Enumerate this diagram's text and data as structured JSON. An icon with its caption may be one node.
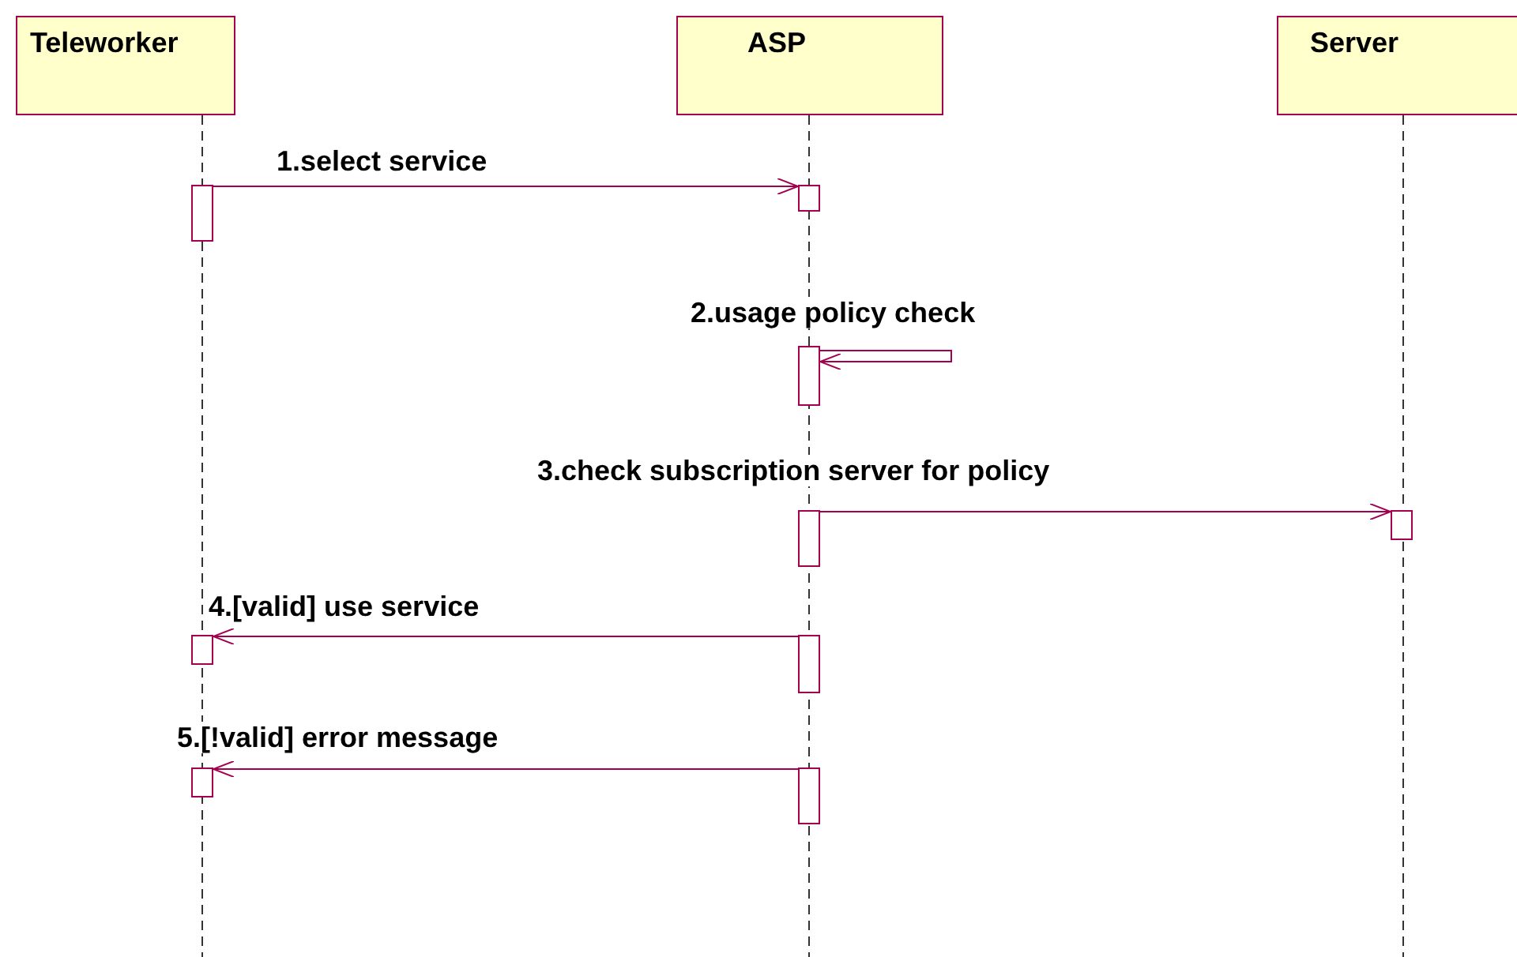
{
  "diagram": {
    "nodes": [
      {
        "text": [
          "Teleworker"
        ]
      },
      {
        "text": [
          "ASP"
        ]
      },
      {
        "text": [
          "Server"
        ]
      },
      {
        "text": [],
        "shape": "bar"
      },
      {
        "text": [],
        "shape": "bar"
      },
      {
        "text": [],
        "shape": "bar"
      },
      {
        "text": [],
        "shape": "bar"
      },
      {
        "text": [],
        "shape": "bar"
      },
      {
        "text": [],
        "shape": "bar"
      },
      {
        "text": [],
        "shape": "bar"
      },
      {
        "text": [],
        "shape": "bar"
      },
      {
        "text": [],
        "shape": "bar"
      }
    ],
    "edges": [
      {
        "from": 3,
        "to": 4,
        "arrow": "to",
        "label": "1.select service"
      },
      {
        "from": 5,
        "to": 5,
        "arrow": "to",
        "label": "2.usage policy check"
      },
      {
        "from": 6,
        "to": 7,
        "arrow": "to",
        "label": "3.check subscription server for policy"
      },
      {
        "from": 9,
        "to": 8,
        "arrow": "to",
        "label": "4.[valid] use service"
      },
      {
        "from": 11,
        "to": 10,
        "arrow": "to",
        "label": "5.[!valid] error message"
      }
    ]
  }
}
